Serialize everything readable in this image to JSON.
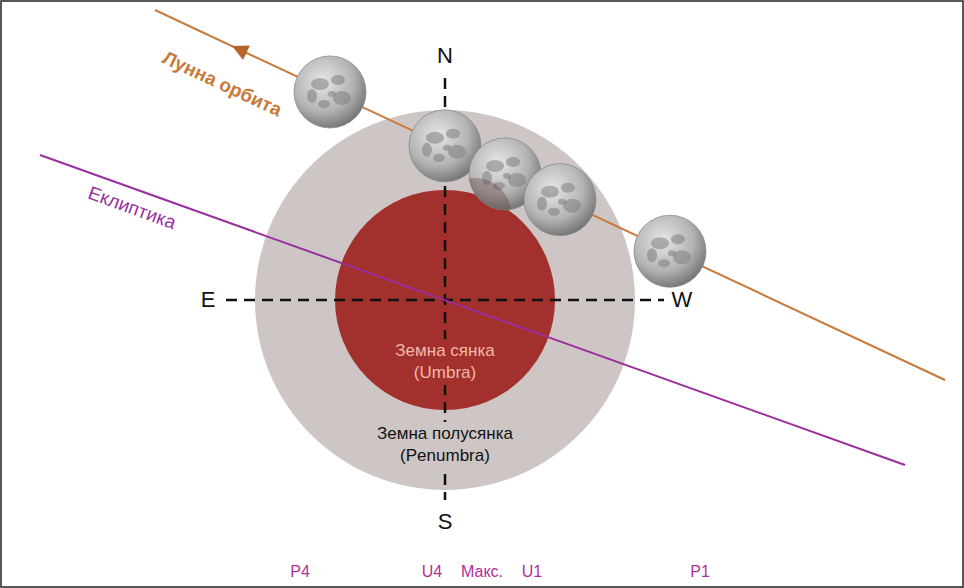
{
  "diagram": {
    "nodes": [
      {
        "text": [
          "Земна полусянка (Penumbra)"
        ]
      },
      {
        "text": [
          "Земна сянка (Umbra)"
        ],
        "in": 0
      }
    ],
    "labels": [
      "N",
      "S",
      "E",
      "W",
      "Лунна орбита",
      "Еклиптика",
      "P4",
      "U4",
      "Макс.",
      "U1",
      "P1"
    ]
  }
}
